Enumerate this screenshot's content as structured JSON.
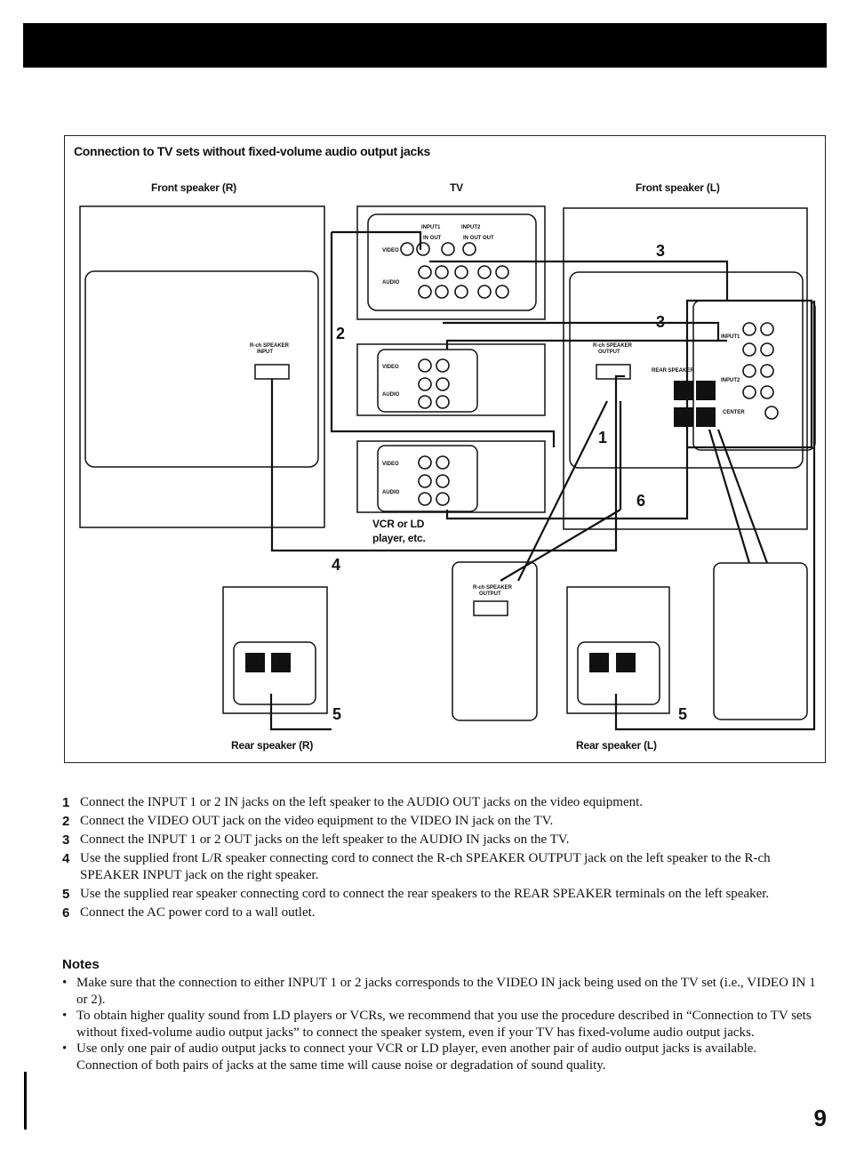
{
  "diagram": {
    "title": "Connection to TV sets without fixed-volume audio output jacks",
    "labels": {
      "front_speaker_r": "Front speaker (R)",
      "tv": "TV",
      "front_speaker_l": "Front speaker (L)",
      "vcr_ld_line1": "VCR or LD",
      "vcr_ld_line2": "player, etc.",
      "rear_speaker_r": "Rear speaker (R)",
      "rear_speaker_l": "Rear speaker (L)"
    }
  },
  "steps": [
    {
      "num": "1",
      "text": "Connect the INPUT 1 or 2 IN jacks on the left speaker to the AUDIO OUT jacks on the video equipment."
    },
    {
      "num": "2",
      "text": "Connect the VIDEO OUT jack on the video equipment to the VIDEO IN jack on the TV."
    },
    {
      "num": "3",
      "text": "Connect the INPUT 1 or 2 OUT jacks on the left speaker to the AUDIO IN jacks on the TV."
    },
    {
      "num": "4",
      "text": "Use the supplied front L/R speaker connecting cord to connect the R-ch SPEAKER OUTPUT jack on the left speaker to the R-ch SPEAKER INPUT jack on the right speaker."
    },
    {
      "num": "5",
      "text": "Use the supplied rear speaker connecting cord to connect the rear speakers to the REAR SPEAKER terminals on the left speaker."
    },
    {
      "num": "6",
      "text": "Connect the AC power cord to a wall outlet."
    }
  ],
  "notes": {
    "title": "Notes",
    "items": [
      "Make sure that the connection to either INPUT 1 or 2 jacks corresponds to the VIDEO IN jack being used on the TV set (i.e., VIDEO IN 1 or 2).",
      "To obtain higher quality sound from LD players or VCRs, we recommend that you use the procedure described in “Connection to TV sets without fixed-volume audio output jacks” to connect the speaker system, even if your TV has fixed-volume audio output jacks.",
      "Use only one pair of audio output jacks to connect your VCR or LD player, even another pair of audio output jacks is available. Connection of both pairs of jacks at the same time will cause noise or degradation of sound quality."
    ]
  },
  "page_number": "9"
}
